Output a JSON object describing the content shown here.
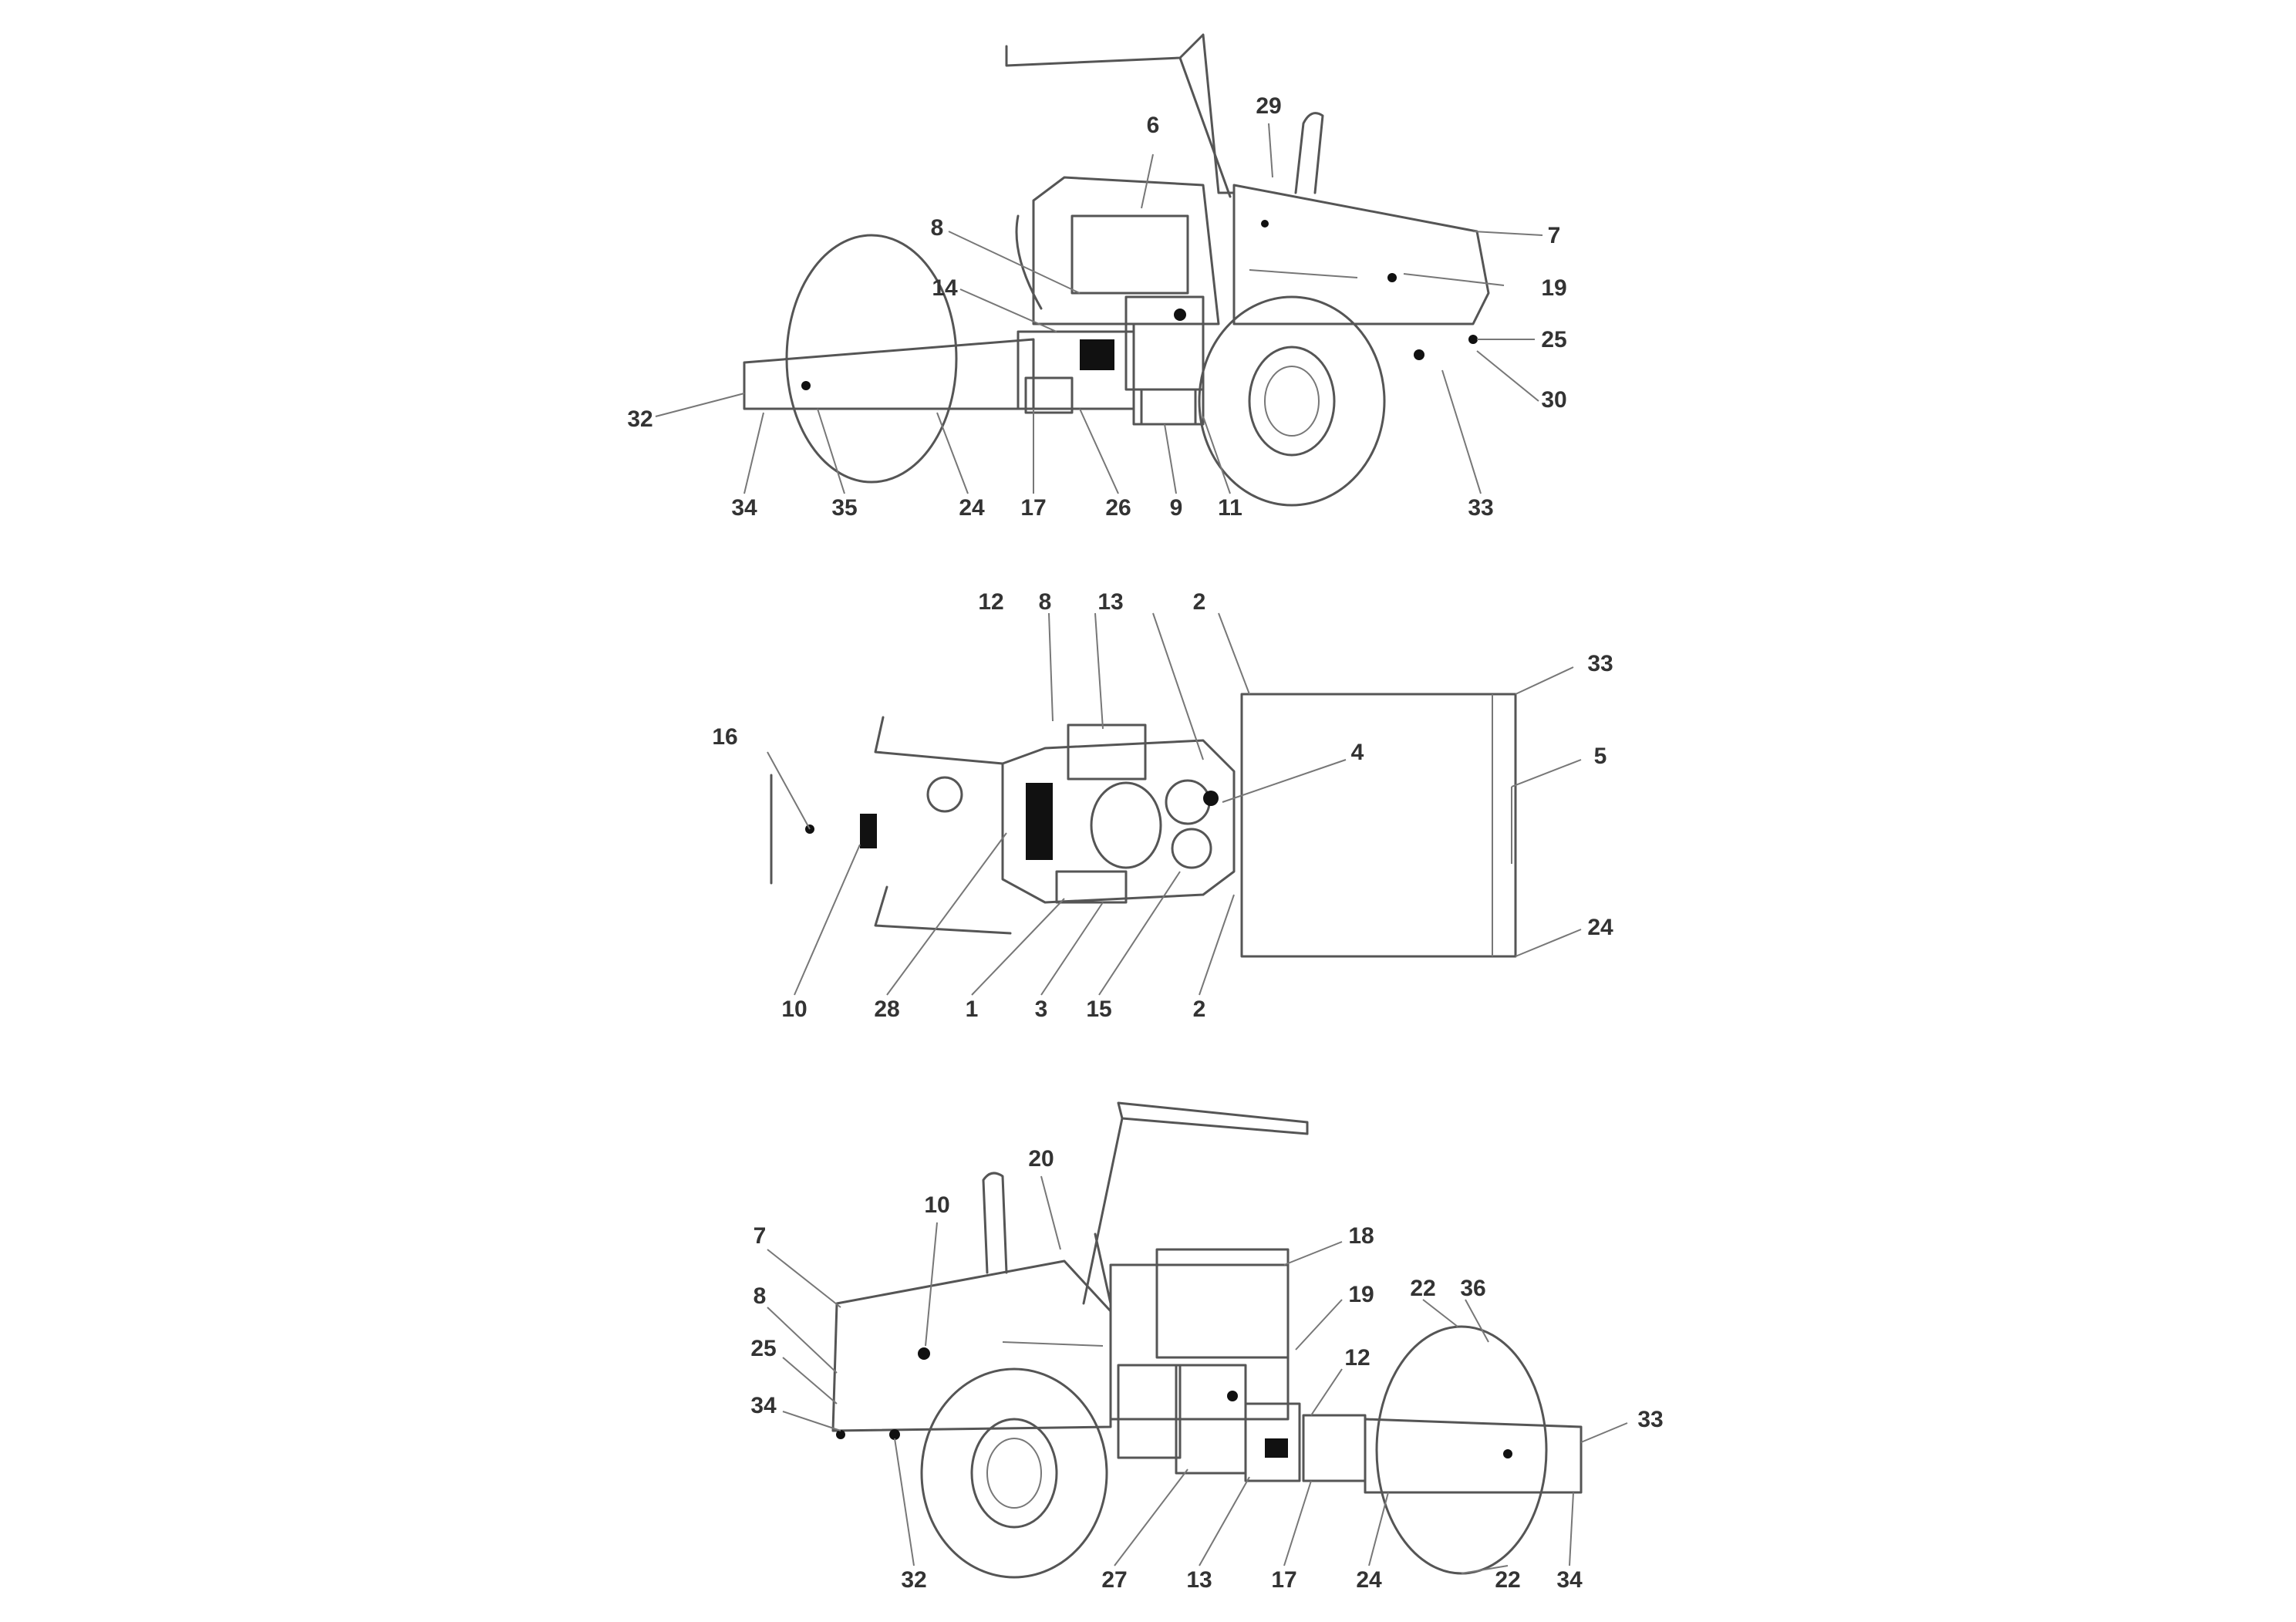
{
  "views": [
    {
      "id": "side-view-left",
      "callouts": [
        "6",
        "29",
        "8",
        "14",
        "7",
        "19",
        "25",
        "30",
        "32",
        "34",
        "35",
        "24",
        "17",
        "26",
        "9",
        "11",
        "33"
      ]
    },
    {
      "id": "top-view",
      "callouts": [
        "12",
        "8",
        "13",
        "2",
        "33",
        "5",
        "4",
        "16",
        "10",
        "28",
        "1",
        "3",
        "15",
        "2",
        "24"
      ]
    },
    {
      "id": "side-view-right",
      "callouts": [
        "20",
        "7",
        "10",
        "8",
        "25",
        "34",
        "18",
        "19",
        "22",
        "36",
        "12",
        "32",
        "33",
        "27",
        "13",
        "17",
        "24",
        "22",
        "34"
      ]
    }
  ]
}
